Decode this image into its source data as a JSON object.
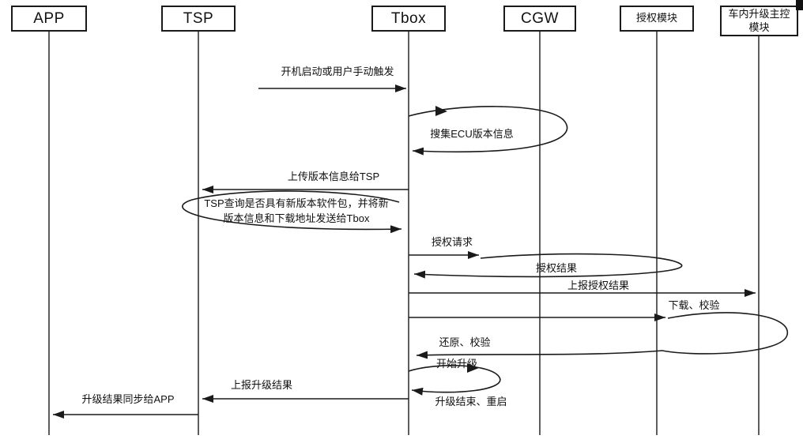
{
  "colors": {
    "line": "#1a1a1a",
    "background": "#ffffff"
  },
  "participants": {
    "app": {
      "label": "APP"
    },
    "tsp": {
      "label": "TSP"
    },
    "tbox": {
      "label": "Tbox"
    },
    "cgw": {
      "label": "CGW"
    },
    "auth": {
      "label": "授权模块"
    },
    "master": {
      "label": "车内升级主控模块",
      "lines": [
        "车内升级主控",
        "模块"
      ]
    }
  },
  "messages": {
    "trigger": {
      "label": "开机启动或用户手动触发",
      "to": "tbox"
    },
    "collect_ecu": {
      "label": "搜集ECU版本信息",
      "from": "tbox",
      "to": "tbox"
    },
    "upload_version": {
      "label": "上传版本信息给TSP",
      "from": "tbox",
      "to": "tsp"
    },
    "tsp_query": {
      "label": "TSP查询是否具有新版本软件包，并将新版本信息和下载地址发送给Tbox",
      "lines": [
        "TSP查询是否具有新版本软件包，并将新",
        "版本信息和下载地址发送给Tbox"
      ],
      "from": "tsp",
      "to": "tbox"
    },
    "auth_request": {
      "label": "授权请求",
      "from": "tbox",
      "to": "auth"
    },
    "auth_result": {
      "label": "授权结果",
      "from": "auth",
      "to": "tbox"
    },
    "report_auth_result": {
      "label": "上报授权结果",
      "from": "tbox",
      "to": "master"
    },
    "download_verify": {
      "label": "下载、校验",
      "from": "tbox",
      "to": "master"
    },
    "restore_verify": {
      "label": "还原、校验",
      "from": "master",
      "to": "tbox"
    },
    "start_upgrade": {
      "label": "开始升级",
      "from": "tbox",
      "to": "tbox"
    },
    "upgrade_done_restart": {
      "label": "升级结束、重启",
      "from": "tbox",
      "to": "tbox"
    },
    "report_upgrade_result": {
      "label": "上报升级结果",
      "from": "tbox",
      "to": "tsp"
    },
    "sync_result_app": {
      "label": "升级结果同步给APP",
      "from": "tsp",
      "to": "app"
    }
  }
}
